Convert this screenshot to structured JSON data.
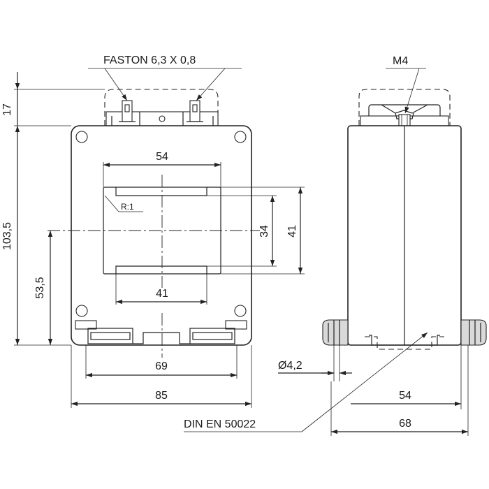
{
  "labels": {
    "faston": "FASTON 6,3 X 0,8",
    "m4": "M4",
    "radius": "R:1",
    "diameter": "Ø4,2",
    "din": "DIN EN 50022"
  },
  "dimensions": {
    "height_terminals": "17",
    "height_body": "103,5",
    "height_mount": "53,5",
    "window_width": "54",
    "window_inner_width": "41",
    "window_inner_height": "34",
    "window_height": "41",
    "slot_spacing": "69",
    "body_width": "85",
    "side_rail": "54",
    "side_depth": "68"
  }
}
